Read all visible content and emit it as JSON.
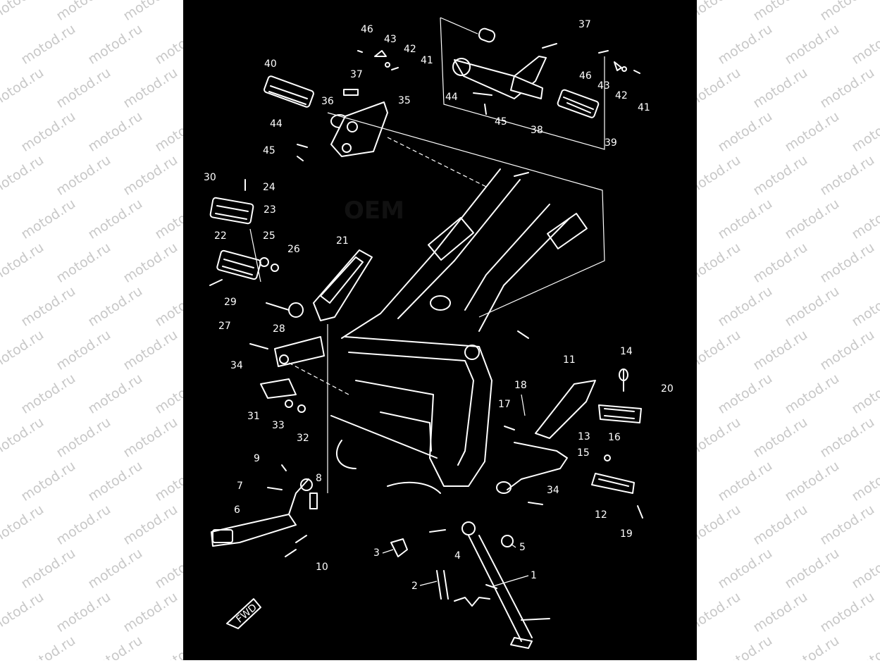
{
  "watermark": {
    "text": "motod.ru"
  },
  "diagram": {
    "ghost_text": "OEM",
    "fwd_label": "FWD",
    "labels": {
      "46a": "46",
      "43a": "43",
      "42a": "42",
      "41a": "41",
      "40": "40",
      "37a": "37",
      "36": "36",
      "35": "35",
      "44a": "44",
      "45a": "45",
      "37b": "37",
      "46b": "46",
      "43b": "43",
      "42b": "42",
      "41b": "41",
      "44b": "44",
      "45b": "45",
      "38": "38",
      "39": "39",
      "30": "30",
      "24": "24",
      "23": "23",
      "22": "22",
      "25": "25",
      "26": "26",
      "21": "21",
      "29": "29",
      "27": "27",
      "28": "28",
      "34a": "34",
      "31": "31",
      "33": "33",
      "32": "32",
      "11": "11",
      "14": "14",
      "20": "20",
      "18": "18",
      "17": "17",
      "13": "13",
      "15": "15",
      "16": "16",
      "9": "9",
      "8": "8",
      "7": "7",
      "6": "6",
      "10": "10",
      "34b": "34",
      "12": "12",
      "19": "19",
      "3": "3",
      "4": "4",
      "5": "5",
      "1": "1",
      "2": "2"
    }
  }
}
